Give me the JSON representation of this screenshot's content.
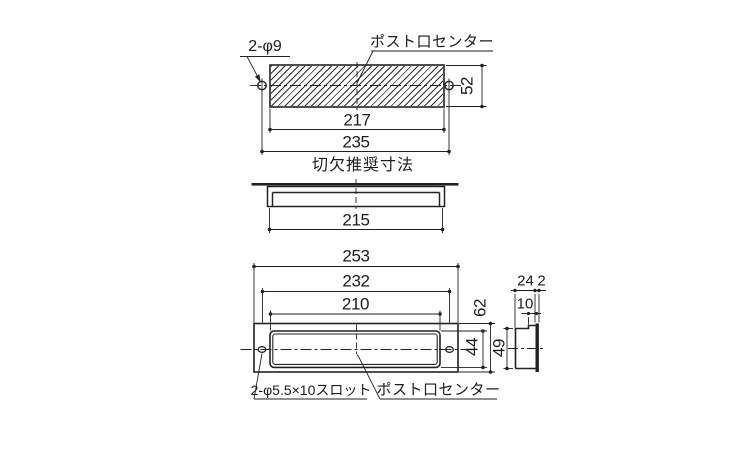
{
  "drawing": {
    "background_color": "#ffffff",
    "line_color": "#222222",
    "top_view": {
      "hole_spec_label": "2-φ9",
      "post_center_label": "ポスト口センター",
      "dim_opening_height": "52",
      "dim_opening_width": "217",
      "dim_hole_pitch": "235"
    },
    "cutout_view": {
      "title": "切欠推奨寸法",
      "dim_cutout_width": "215"
    },
    "front_view": {
      "dim_overall_width": "253",
      "dim_slot_pitch": "232",
      "dim_flap_width": "210",
      "dim_overall_height": "62",
      "dim_flap_height": "44",
      "slot_spec_label": "2-φ5.5×10スロット",
      "post_center_label": "ポスト口センター"
    },
    "side_view": {
      "dim_body_depth": "24",
      "dim_plate_thickness": "2",
      "dim_neck_depth": "10",
      "dim_body_height": "49"
    }
  }
}
